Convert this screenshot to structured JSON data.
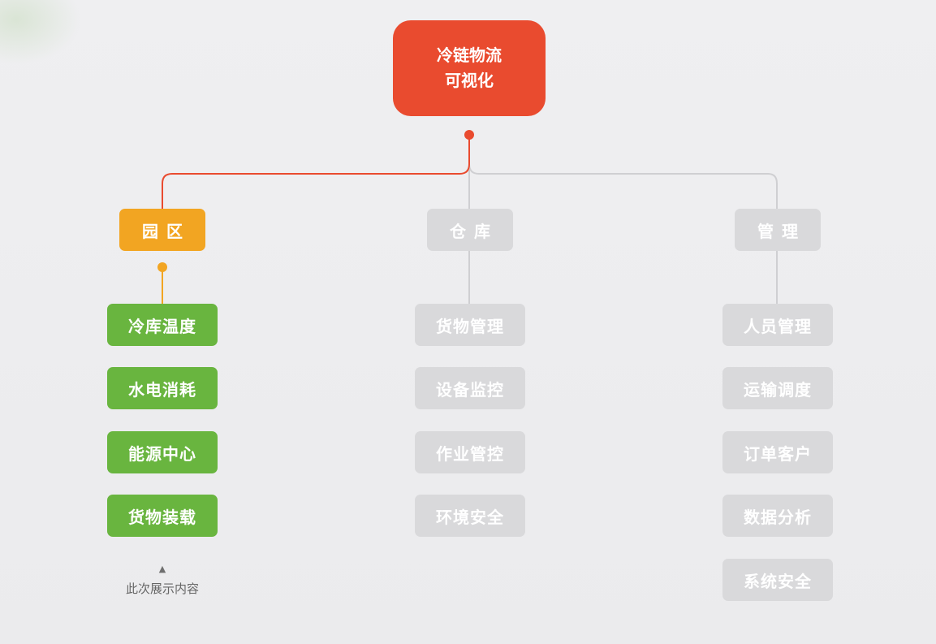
{
  "colors": {
    "root": "#e94b2f",
    "active_category": "#f2a522",
    "active_leaf": "#69b53f",
    "inactive": "#d9d9db",
    "line_active_red": "#e94b2f",
    "line_active_orange": "#f2a522",
    "line_inactive": "#cfcfd2"
  },
  "root": {
    "line1": "冷链物流",
    "line2": "可视化"
  },
  "categories": [
    {
      "label": "园区",
      "state": "active",
      "items": [
        "冷库温度",
        "水电消耗",
        "能源中心",
        "货物装载"
      ]
    },
    {
      "label": "仓库",
      "state": "inactive",
      "items": [
        "货物管理",
        "设备监控",
        "作业管控",
        "环境安全"
      ]
    },
    {
      "label": "管理",
      "state": "inactive",
      "items": [
        "人员管理",
        "运输调度",
        "订单客户",
        "数据分析",
        "系统安全"
      ]
    }
  ],
  "caption": {
    "icon": "triangle-up-icon",
    "text": "此次展示内容"
  }
}
